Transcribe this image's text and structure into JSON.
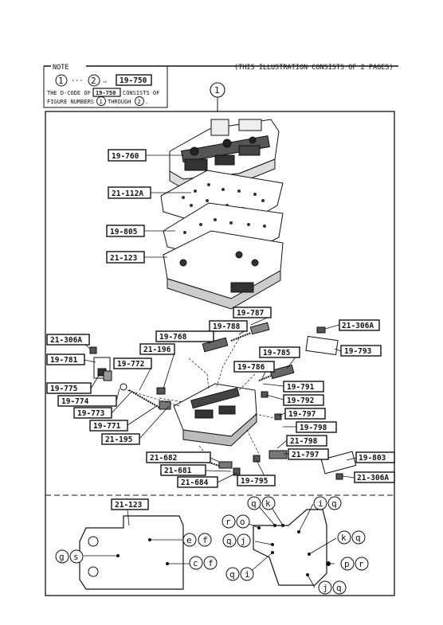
{
  "header": {
    "note_title": "NOTE",
    "note_circle_1": "1",
    "note_dots": "···",
    "note_circle_2": "2",
    "note_arrow": "⇨",
    "note_ref": "19-750",
    "note_line1_pre": "THE D-CODE OF",
    "note_line1_code": "19-750",
    "note_line1_post": "CONSISTS OF",
    "note_line2_pre": "FIGURE NUMBERS",
    "note_line2_c1": "1",
    "note_line2_mid": "THROUGH",
    "note_line2_c2": "2",
    "note_line2_end": ".",
    "pages_note": "(THIS ILLUSTRATION CONSISTS OF  2 PAGES)",
    "figure_number": "1"
  },
  "parts": {
    "p19_760": "19-760",
    "p21_112A": "21-112A",
    "p19_805": "19-805",
    "p21_123": "21-123",
    "p19_787": "19-787",
    "p19_788": "19-788",
    "p19_768": "19-768",
    "p21_196": "21-196",
    "p21_306A_left": "21-306A",
    "p19_781": "19-781",
    "p19_772": "19-772",
    "p19_775": "19-775",
    "p19_774": "19-774",
    "p19_773": "19-773",
    "p19_771": "19-771",
    "p21_195": "21-195",
    "p21_306A_right": "21-306A",
    "p19_793": "19-793",
    "p19_785": "19-785",
    "p19_786": "19-786",
    "p19_791": "19-791",
    "p19_792": "19-792",
    "p19_797": "19-797",
    "p19_798": "19-798",
    "p21_798": "21-798",
    "p21_797": "21-797",
    "p21_682": "21-682",
    "p21_681": "21-681",
    "p21_684": "21-684",
    "p19_795": "19-795",
    "p19_803": "19-803",
    "p21_306A_bottom": "21-306A"
  },
  "gasket_detail": {
    "label": "21-123",
    "marks": {
      "e": "e",
      "f1": "f",
      "c": "c",
      "f2": "f",
      "g": "g",
      "s": "s",
      "q1": "q",
      "k1": "k",
      "i1": "i",
      "q2": "q",
      "r": "r",
      "o": "o",
      "q3": "q",
      "j1": "j",
      "k2": "k",
      "q4": "q",
      "p": "p",
      "r2": "r",
      "q5": "q",
      "i2": "i",
      "j2": "j",
      "q6": "q"
    }
  }
}
